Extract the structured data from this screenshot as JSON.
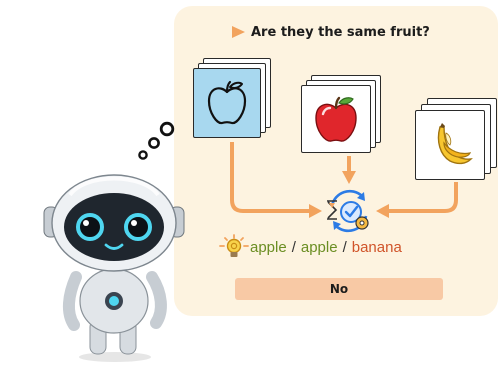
{
  "question": {
    "text": "Are they the same fruit?"
  },
  "cards": [
    {
      "name": "apple-outline",
      "icon": "apple-outline-icon",
      "front_color": "#a8d8ef"
    },
    {
      "name": "red-apple",
      "icon": "red-apple-icon",
      "front_color": "#ffffff"
    },
    {
      "name": "banana",
      "icon": "banana-icon",
      "front_color": "#ffffff"
    }
  ],
  "answer": {
    "words": [
      "apple",
      "apple",
      "banana"
    ],
    "separator": "/",
    "colors": {
      "match": "#6b8e23",
      "mismatch": "#d0542a"
    }
  },
  "verdict": {
    "label": "No",
    "color": "#f8c9a5"
  },
  "theme": {
    "panel": "#fdf3e0",
    "arrow": "#f2a35e",
    "accent_blue": "#2c7be5"
  }
}
